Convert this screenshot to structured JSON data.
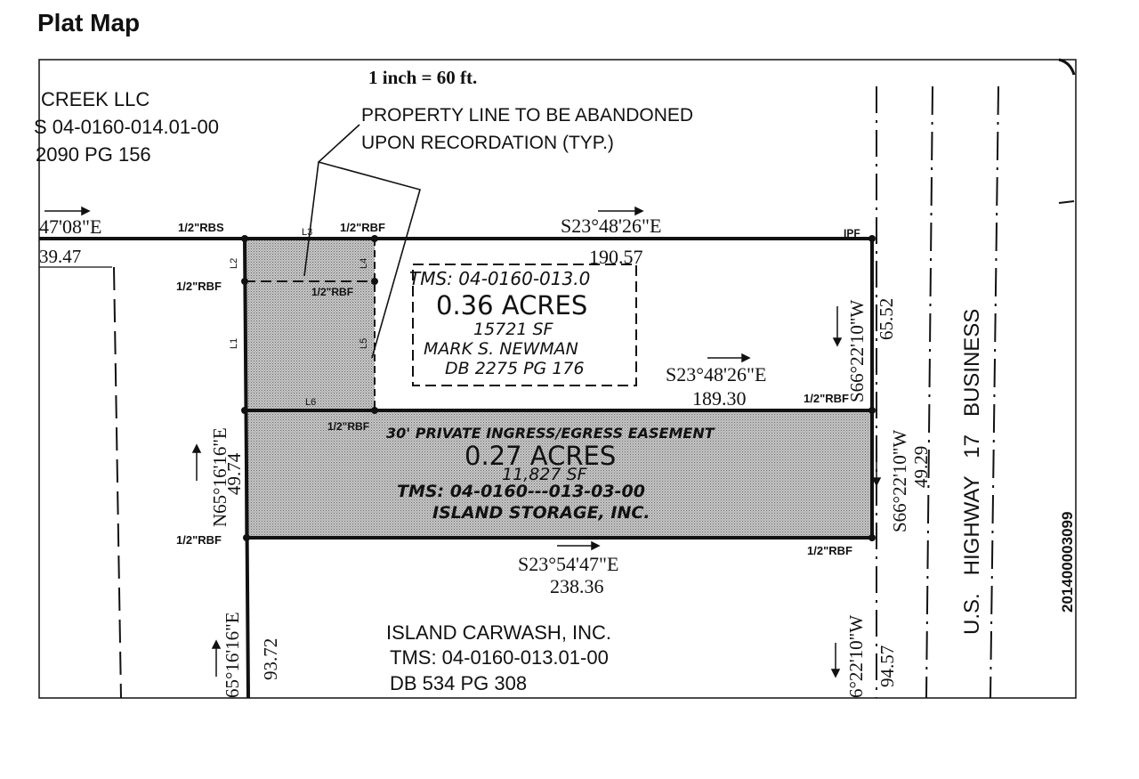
{
  "page": {
    "heading": "Plat Map"
  },
  "plat": {
    "scale": "1 inch = 60 ft.",
    "neighbor_nw": {
      "line1": "CREEK LLC",
      "line2": "S 04-0160-014.01-00",
      "line3": "2090 PG 156"
    },
    "note": {
      "line1": "PROPERTY LINE TO BE ABANDONED",
      "line2": "UPON RECORDATION (TYP.)"
    },
    "bearings": {
      "left_top": "47'08\"E",
      "left_dist": "39.47",
      "top": "S23°48'26\"E",
      "top_dist": "190.57",
      "mid": "S23°48'26\"E",
      "mid_dist": "189.30",
      "bottom": "S23°54'47\"E",
      "bottom_dist": "238.36",
      "right_upper": "S66°22'10\"W",
      "right_upper_dist": "65.52",
      "right_lower": "S66°22'10\"W",
      "right_lower_dist": "49.29",
      "left_mid": "N65°16'16\"E",
      "left_mid_dist": "49.74",
      "left_low": "65°16'16\"E",
      "left_low_dist": "93.72",
      "right_low": "6°22'10\"W",
      "right_low_dist": "94.57"
    },
    "monuments": {
      "rbs_top": "1/2\"RBS",
      "rbf_top": "1/2\"RBF",
      "ipf": "IPF",
      "rbf_left": "1/2\"RBF",
      "rbf_inner": "1/2\"RBF",
      "rbf_mid": "1/2\"RBF",
      "rbf_right_mid": "1/2\"RBF",
      "rbf_bottom_left": "1/2\"RBF",
      "rbf_bottom_right": "1/2\"RBF"
    },
    "line_labels": {
      "l1": "L1",
      "l2": "L2",
      "l3": "L3",
      "l4": "L4",
      "l5": "L5",
      "l6": "L6"
    },
    "parcel_upper": {
      "tms": "TMS: 04-0160-013.0",
      "acres": "0.36 ACRES",
      "sf": "15721 SF",
      "owner": "MARK S. NEWMAN",
      "deed": "DB 2275 PG 176"
    },
    "parcel_easement": {
      "label": "30' PRIVATE INGRESS/EGRESS EASEMENT",
      "acres": "0.27 ACRES",
      "sf": "11,827 SF",
      "tms": "TMS: 04-0160---013-03-00",
      "owner": "ISLAND STORAGE, INC."
    },
    "parcel_south": {
      "owner": "ISLAND CARWASH, INC.",
      "tms": "TMS: 04-0160-013.01-00",
      "deed": "DB 534 PG 308"
    },
    "highway": "U.S.   HIGHWAY   17   BUSINESS",
    "doc_number": "201400003099"
  }
}
